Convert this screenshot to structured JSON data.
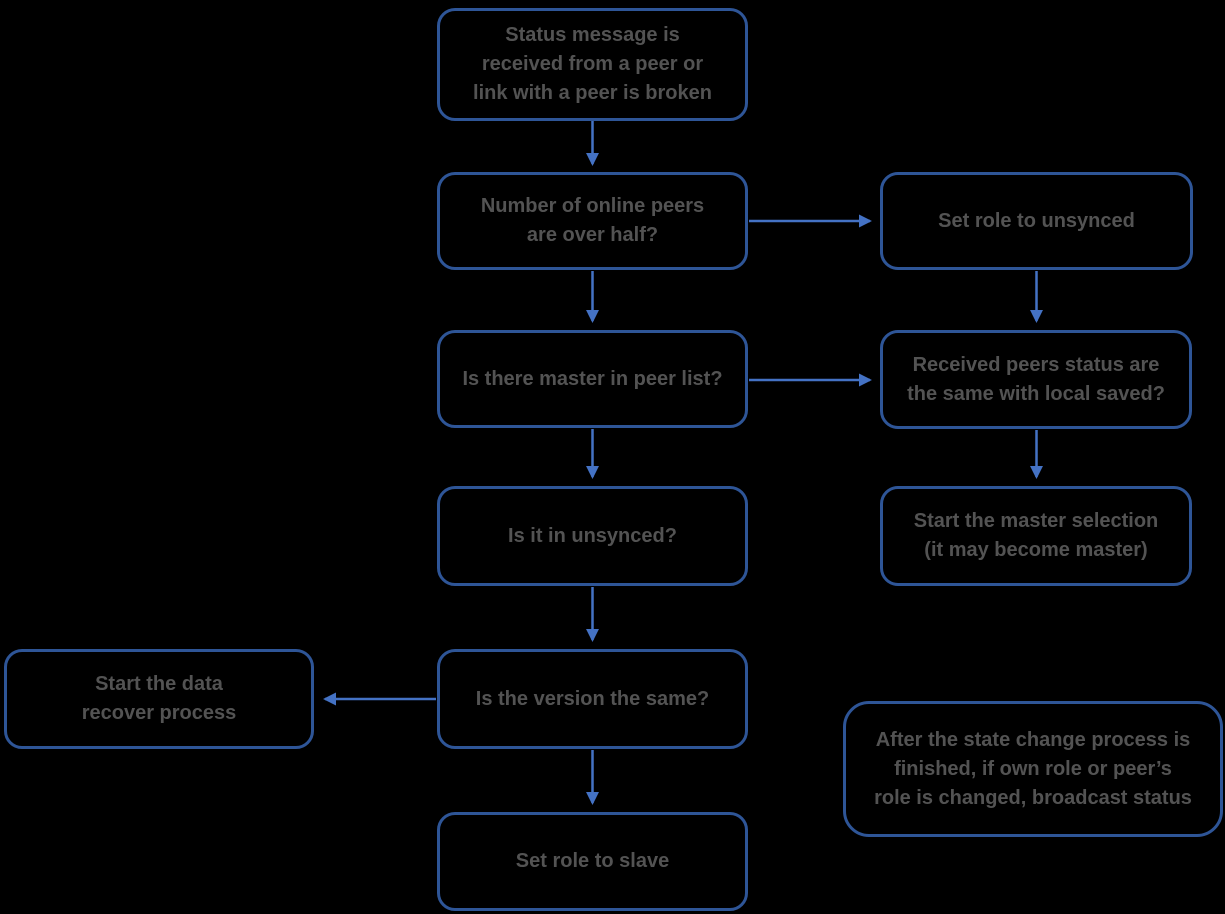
{
  "diagram": {
    "type": "flowchart",
    "background_color": "#000000",
    "node_border_color": "#2e5597",
    "connector_color": "#4472c4",
    "text_color": "#535353",
    "nodes": [
      {
        "id": "status-received",
        "label": "Status message is\nreceived from a peer or\nlink with a peer is broken"
      },
      {
        "id": "peers-over-half",
        "label": "Number of online peers\nare over half?"
      },
      {
        "id": "set-role-unsynced",
        "label": "Set role to unsynced"
      },
      {
        "id": "master-in-peer-list",
        "label": "Is there master in peer list?"
      },
      {
        "id": "peers-status-same",
        "label": "Received peers status are\nthe same with local saved?"
      },
      {
        "id": "is-in-unsynced",
        "label": "Is it in unsynced?"
      },
      {
        "id": "start-master-selection",
        "label": "Start the master selection\n(it may become master)"
      },
      {
        "id": "version-same",
        "label": "Is the version the same?"
      },
      {
        "id": "start-data-recover",
        "label": "Start the data\nrecover process"
      },
      {
        "id": "set-role-slave",
        "label": "Set role to slave"
      },
      {
        "id": "broadcast-note",
        "label": "After the state change process is\nfinished, if own role or peer’s\nrole is changed, broadcast status"
      }
    ],
    "connectors": [
      {
        "from": "status-received",
        "to": "peers-over-half",
        "direction": "down"
      },
      {
        "from": "peers-over-half",
        "to": "set-role-unsynced",
        "direction": "right"
      },
      {
        "from": "peers-over-half",
        "to": "master-in-peer-list",
        "direction": "down"
      },
      {
        "from": "set-role-unsynced",
        "to": "peers-status-same",
        "direction": "down"
      },
      {
        "from": "master-in-peer-list",
        "to": "peers-status-same",
        "direction": "right"
      },
      {
        "from": "master-in-peer-list",
        "to": "is-in-unsynced",
        "direction": "down"
      },
      {
        "from": "peers-status-same",
        "to": "start-master-selection",
        "direction": "down"
      },
      {
        "from": "is-in-unsynced",
        "to": "version-same",
        "direction": "down"
      },
      {
        "from": "version-same",
        "to": "start-data-recover",
        "direction": "left"
      },
      {
        "from": "version-same",
        "to": "set-role-slave",
        "direction": "down"
      }
    ]
  }
}
